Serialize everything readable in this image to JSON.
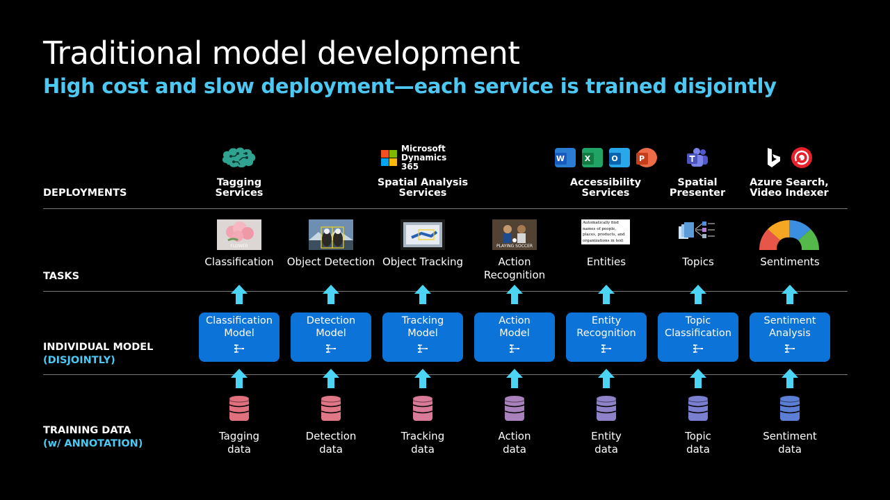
{
  "title": "Traditional model development",
  "subtitle": "High cost and slow deployment—each service is trained disjointly",
  "rows": {
    "deployments": "DEPLOYMENTS",
    "tasks": "TASKS",
    "individual_model": "INDIVIDUAL MODEL",
    "individual_model_sub": "(DISJOINTLY)",
    "training_data": "TRAINING DATA",
    "training_data_sub": "(w/ ANNOTATION)"
  },
  "deployments": [
    {
      "label": "Tagging\nServices",
      "icon": "brain-icon"
    },
    {
      "label": "Spatial Analysis\nServices",
      "icon": "microsoft-dynamics-logo",
      "logo_text": "Microsoft\nDynamics 365"
    },
    {
      "label": "Accessibility\nServices",
      "icon": "office-apps-icons",
      "apps": [
        "W",
        "X",
        "O",
        "P"
      ]
    },
    {
      "label": "Spatial\nPresenter",
      "icon": "teams-icon"
    },
    {
      "label": "Azure Search,\nVideo Indexer",
      "icon": "bing-video-indexer-icons"
    }
  ],
  "tasks": [
    {
      "label": "Classification",
      "thumb_caption": "FLOWER"
    },
    {
      "label": "Object Detection",
      "thumb_caption": ""
    },
    {
      "label": "Object Tracking",
      "thumb_caption": ""
    },
    {
      "label": "Action\nRecognition",
      "thumb_caption": "PLAYING SOCCER"
    },
    {
      "label": "Entities",
      "thumb_caption": ""
    },
    {
      "label": "Topics",
      "thumb_caption": ""
    },
    {
      "label": "Sentiments",
      "thumb_caption": ""
    }
  ],
  "entities_thumb_text": "Automatically find names of people, places, products, and organizations in text across many languages.",
  "models": [
    "Classification\nModel",
    "Detection\nModel",
    "Tracking\nModel",
    "Action\nModel",
    "Entity\nRecognition",
    "Topic\nClassification",
    "Sentiment\nAnalysis"
  ],
  "training_data": [
    {
      "label": "Tagging\ndata",
      "color": "#e0707e"
    },
    {
      "label": "Detection\ndata",
      "color": "#e07786"
    },
    {
      "label": "Tracking\ndata",
      "color": "#d87a98"
    },
    {
      "label": "Action\ndata",
      "color": "#a981bd"
    },
    {
      "label": "Entity\ndata",
      "color": "#8f82c9"
    },
    {
      "label": "Topic\ndata",
      "color": "#7b7fd0"
    },
    {
      "label": "Sentiment\ndata",
      "color": "#5c7fd6"
    }
  ],
  "colors": {
    "accent": "#4cc8f3",
    "model_box": "#0c74d9",
    "arrow": "#4cd4f5",
    "divider": "#777777"
  }
}
